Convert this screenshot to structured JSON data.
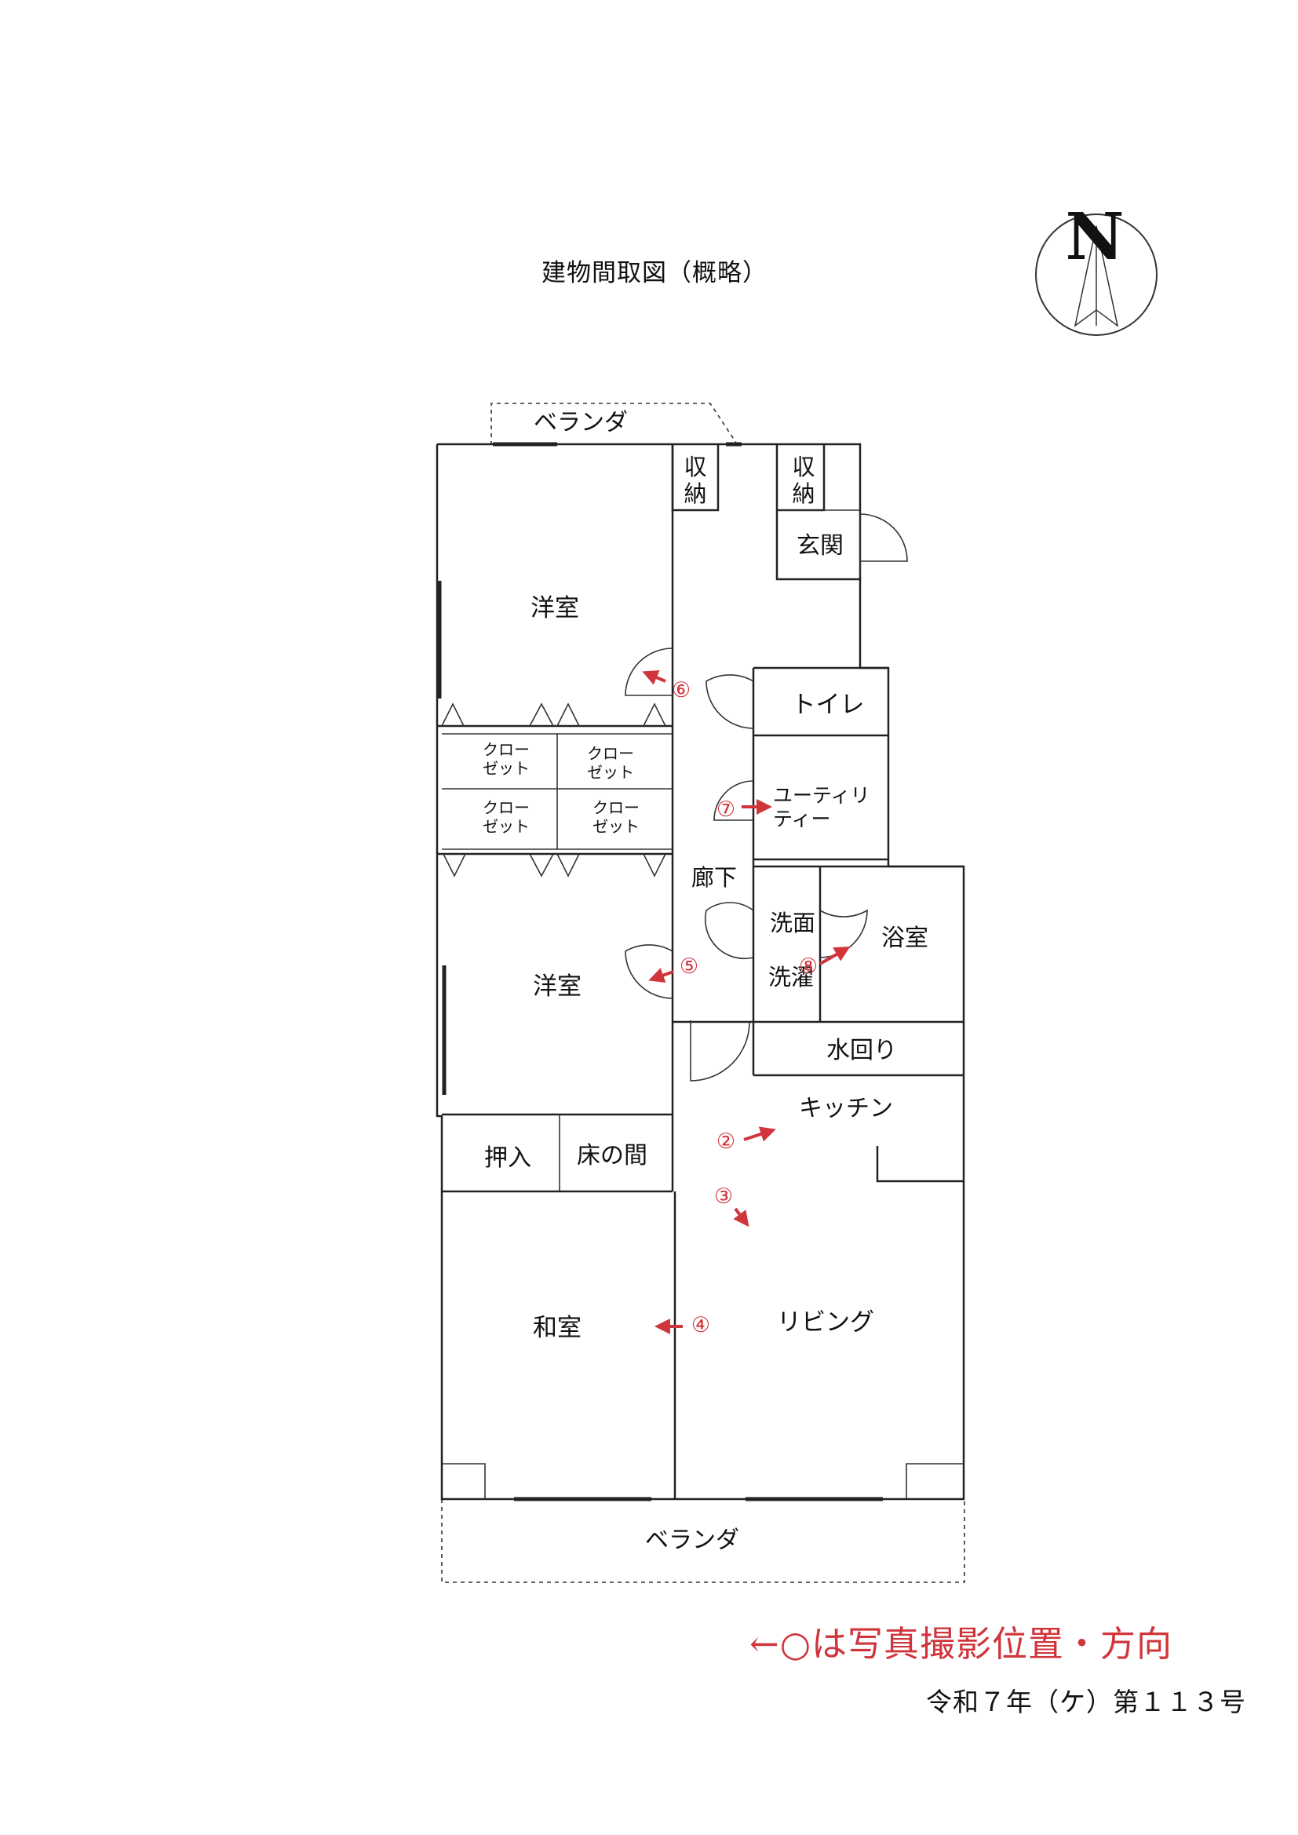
{
  "title": "建物間取図（概略）",
  "compass": {
    "label": "N"
  },
  "rooms": {
    "veranda_top": "ベランダ",
    "storage_1": "収\n納",
    "storage_2": "収\n納",
    "entrance": "玄関",
    "western_room_1": "洋室",
    "toilet": "トイレ",
    "closet_1": "クロー\nゼット",
    "closet_2": "クロー\nゼット",
    "closet_3": "クロー\nゼット",
    "closet_4": "クロー\nゼット",
    "utility": "ユーティリ\nティー",
    "hallway": "廊下",
    "washroom": "洗面",
    "laundry": "洗濯",
    "bathroom": "浴室",
    "western_room_2": "洋室",
    "water_area": "水回り",
    "kitchen": "キッチン",
    "oshiire": "押入",
    "tokonoma": "床の間",
    "japanese_room": "和室",
    "living": "リビング",
    "veranda_bottom": "ベランダ"
  },
  "photo_markers": [
    "②",
    "③",
    "④",
    "⑤",
    "⑥",
    "⑦",
    "⑧"
  ],
  "legend": "←○は写真撮影位置・方向",
  "case_number": "令和７年（ケ）第１１３号",
  "colors": {
    "marker": "#d0353b",
    "line": "#222222"
  }
}
